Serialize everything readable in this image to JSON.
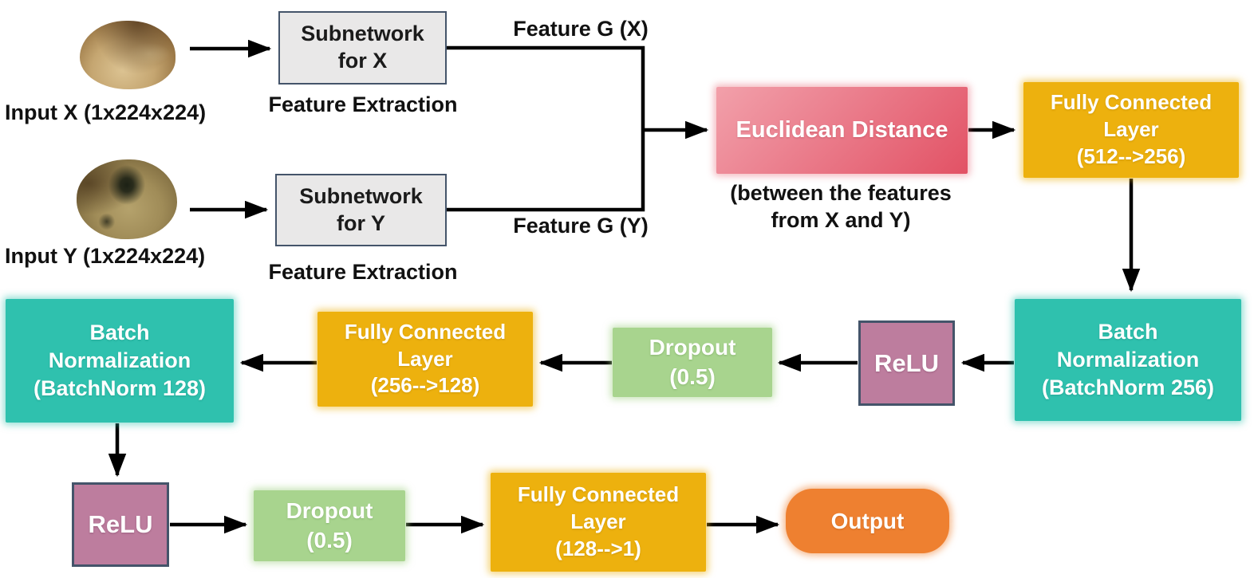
{
  "diagram": {
    "input_x": {
      "label": "Input X  (1x224x224)",
      "image": "brown-seed-photo"
    },
    "input_y": {
      "label": "Input Y  (1x224x224)",
      "image": "mottled-seed-photo"
    },
    "subnetwork_x": {
      "label": "Subnetwork\nfor X",
      "caption": "Feature Extraction"
    },
    "subnetwork_y": {
      "label": "Subnetwork\nfor Y",
      "caption": "Feature Extraction"
    },
    "feature_gx": {
      "label": "Feature G (X)"
    },
    "feature_gy": {
      "label": "Feature G (Y)"
    },
    "euclidean": {
      "label": "Euclidean Distance",
      "caption": "(between the features\nfrom X and Y)"
    },
    "fc_512_256": {
      "label": "Fully Connected\nLayer\n(512-->256)"
    },
    "batchnorm_256": {
      "label": "Batch\nNormalization\n(BatchNorm 256)"
    },
    "relu_1": {
      "label": "ReLU"
    },
    "dropout_1": {
      "label": "Dropout\n(0.5)"
    },
    "fc_256_128": {
      "label": "Fully Connected\nLayer\n(256-->128)"
    },
    "batchnorm_128": {
      "label": "Batch\nNormalization\n(BatchNorm 128)"
    },
    "relu_2": {
      "label": "ReLU"
    },
    "dropout_2": {
      "label": "Dropout\n(0.5)"
    },
    "fc_128_1": {
      "label": "Fully Connected\nLayer\n(128-->1)"
    },
    "output": {
      "label": "Output"
    }
  },
  "colors": {
    "gold": "#EDB10E",
    "teal": "#2FC1AE",
    "green": "#A8D48E",
    "purple": "#BD7D9E",
    "orange_output": "#EE8030",
    "pink_gradient_start": "#F2A0AA",
    "pink_gradient_end": "#E25265",
    "box_border": "#44546A",
    "subnetwork_fill": "#E9E8E8",
    "arrow": "#000000",
    "background": "#FFFFFF"
  }
}
